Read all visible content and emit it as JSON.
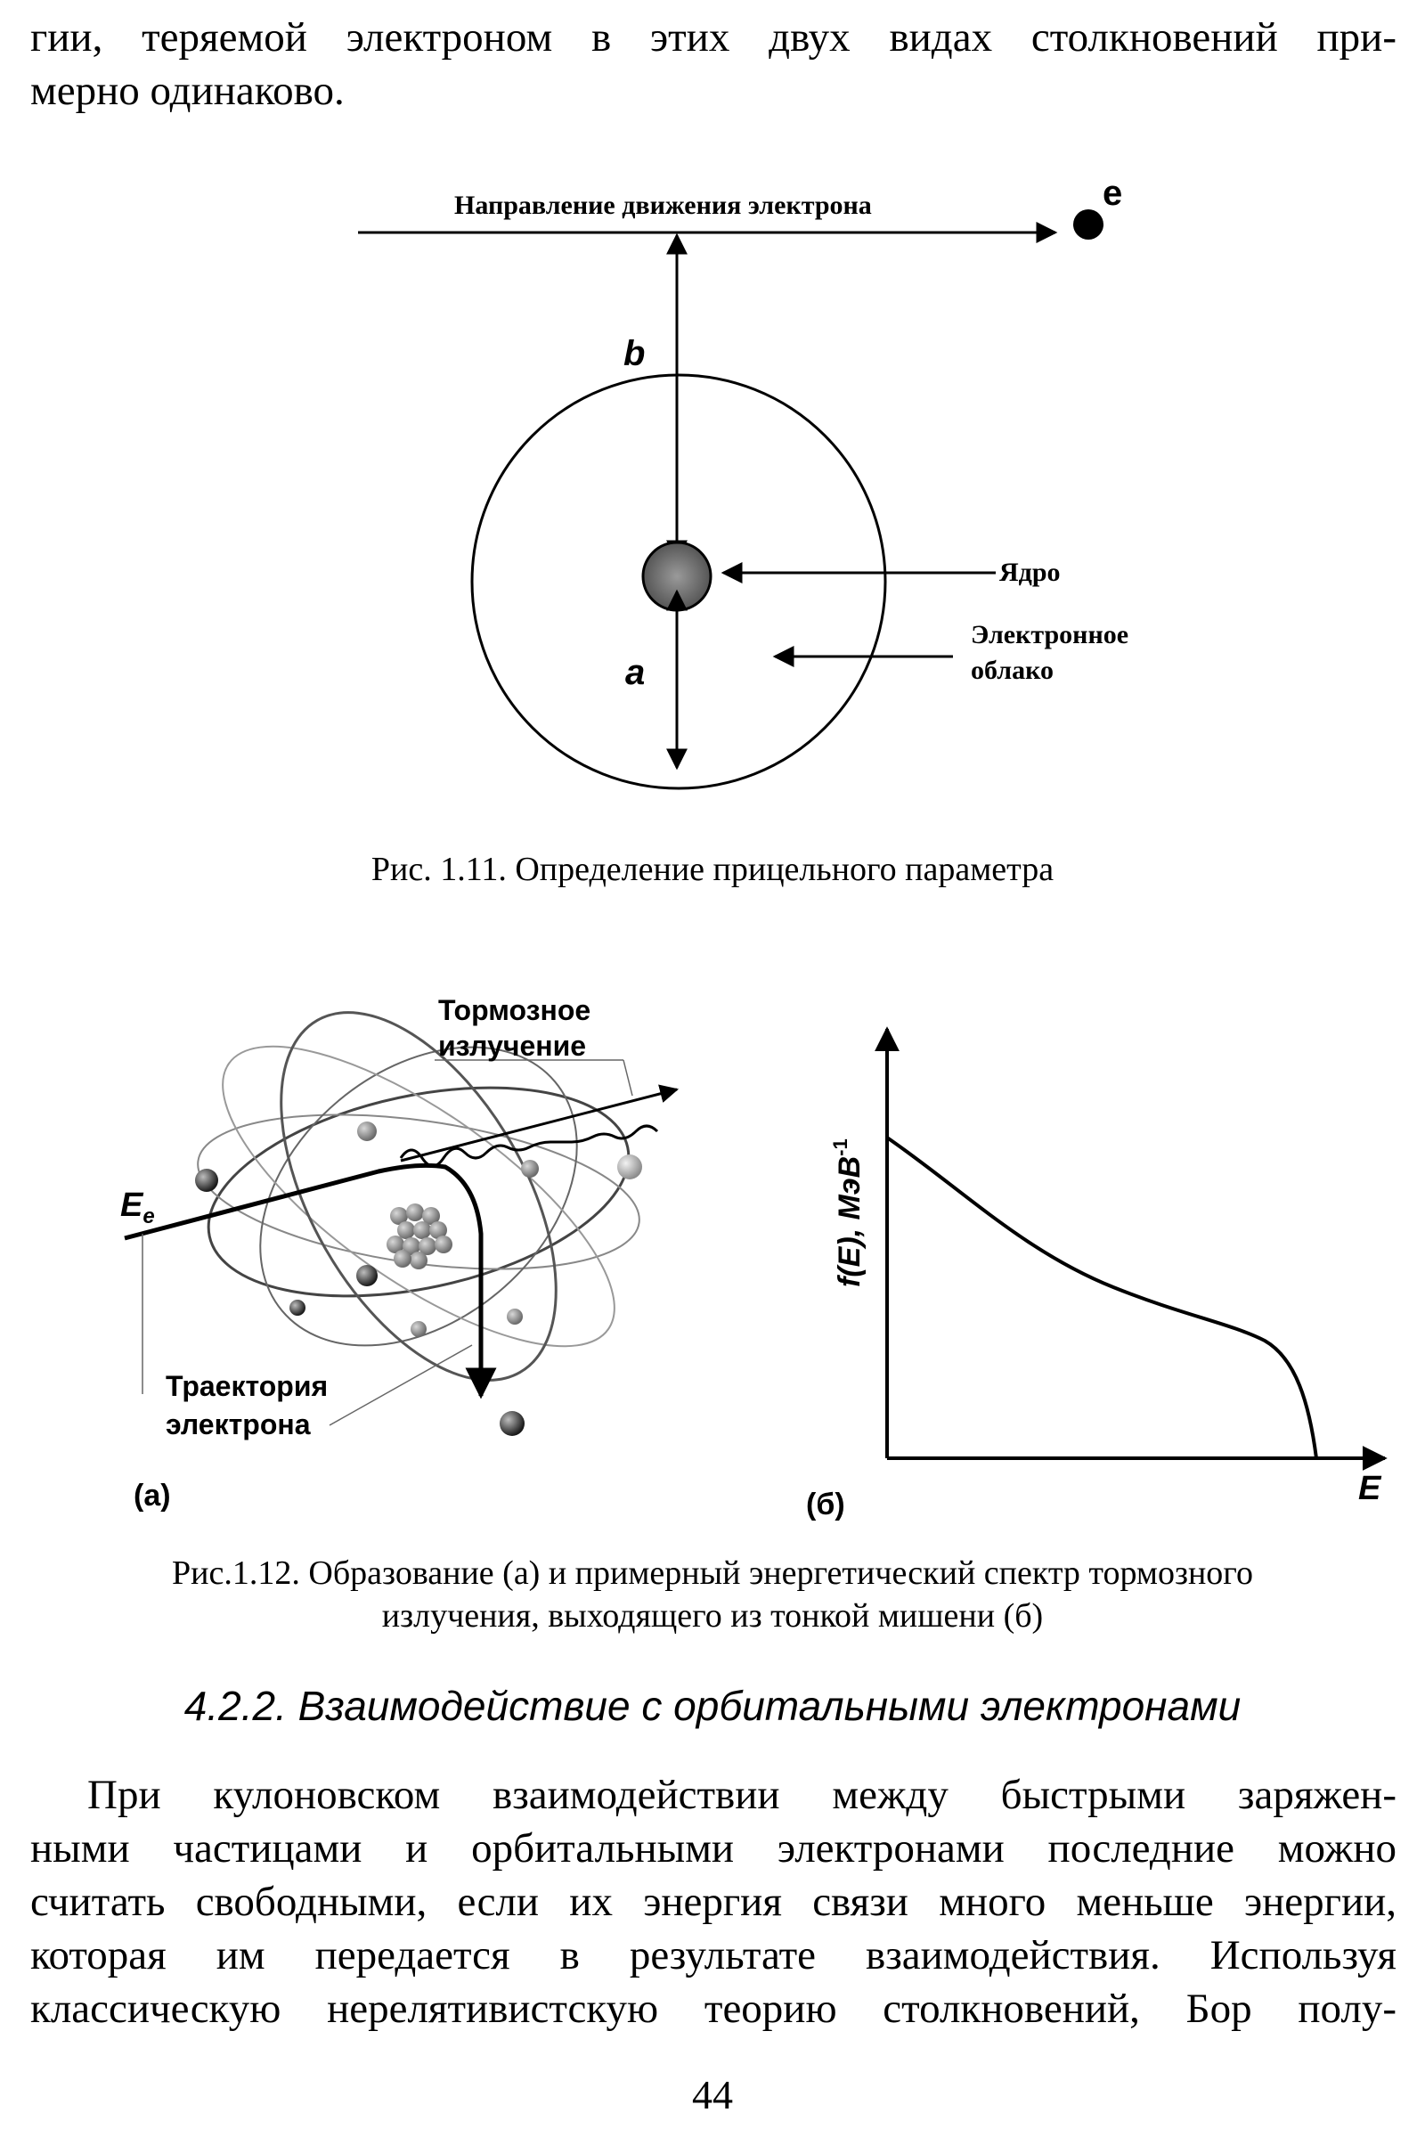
{
  "intro_paragraph": {
    "lines": [
      "гии, теряемой электроном в  этих двух видах столкновений при-",
      "мерно одинаково."
    ]
  },
  "figure_1_11": {
    "labels": {
      "direction": "Направление движения электрона",
      "electron": "e",
      "b": "b",
      "a": "a",
      "nucleus": "Ядро",
      "cloud_line1": "Электронное",
      "cloud_line2": "облако"
    },
    "caption": "Рис. 1.11. Определение прицельного параметра"
  },
  "figure_1_12": {
    "panel_a": {
      "label_radiation_line1": "Тормозное",
      "label_radiation_line2": "излучение",
      "label_energy": "E",
      "label_energy_sub": "e",
      "label_trajectory_line1": "Траектория",
      "label_trajectory_line2": "электрона",
      "panel_tag": "(а)"
    },
    "panel_b": {
      "y_axis_label": "f(E), МэВ",
      "y_axis_superscript": "-1",
      "x_axis_label": "E",
      "panel_tag": "(б)"
    },
    "caption_line1": "Рис.1.12. Образование (а) и примерный энергетический спектр тормозного",
    "caption_line2": "излучения, выходящего из тонкой мишени (б)"
  },
  "section": {
    "heading": "4.2.2. Взаимодействие с орбитальными электронами"
  },
  "body_paragraph": {
    "lines": [
      "При кулоновском взаимодействии между быстрыми заряжен-",
      "ными частицами и орбитальными электронами последние можно",
      "считать свободными, если их энергия связи много меньше энергии,",
      "которая им передается в результате взаимодействия.  Используя",
      "классическую нерелятивистскую теорию столкновений, Бор полу-"
    ]
  },
  "page_number": "44"
}
